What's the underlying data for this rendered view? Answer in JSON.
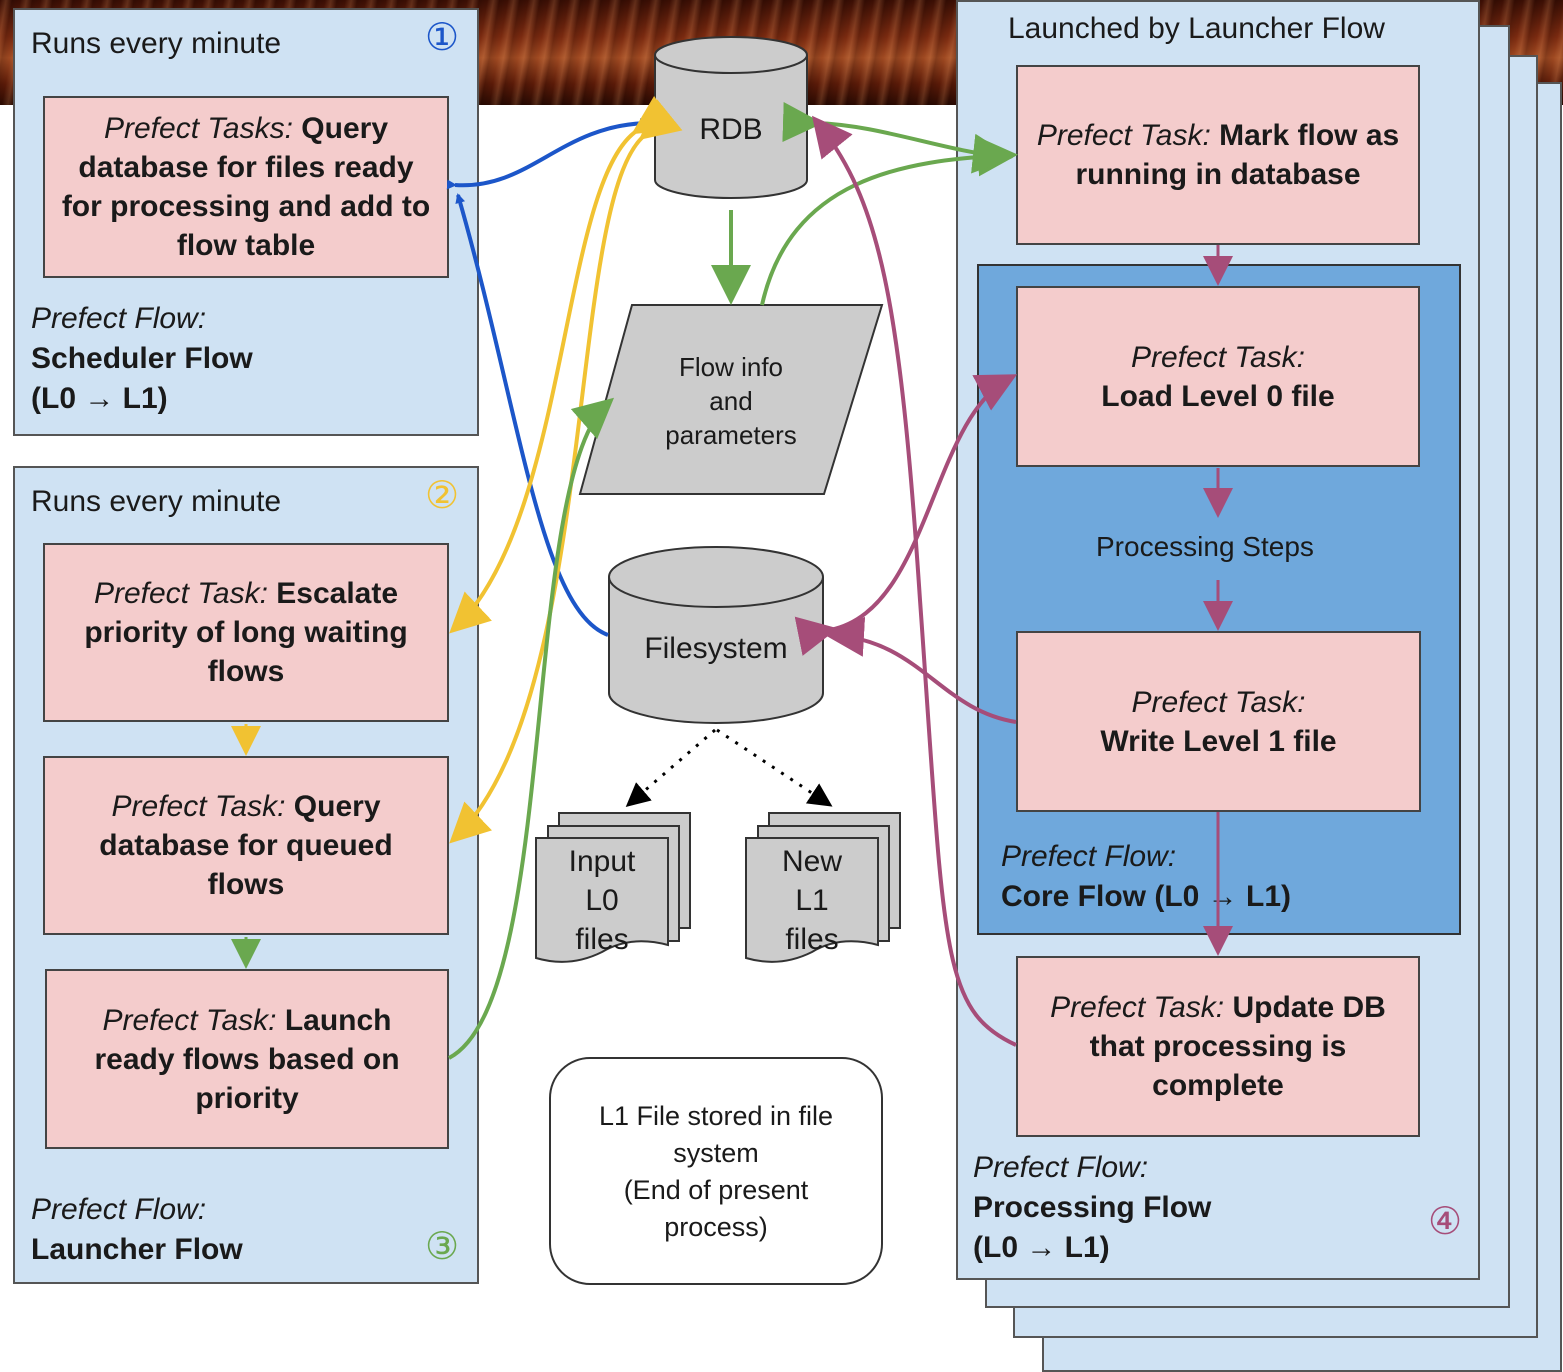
{
  "scheduler": {
    "schedule": "Runs every minute",
    "number": "①",
    "task_prefix": "Prefect Tasks:",
    "task_text": "Query database for files ready for processing and add to flow table",
    "flow_prefix": "Prefect Flow:",
    "flow_name": "Scheduler Flow",
    "flow_levels": "(L0 → L1)"
  },
  "launcher": {
    "schedule": "Runs every minute",
    "number_two": "②",
    "number_three": "③",
    "task1_prefix": "Prefect Task:",
    "task1_text": "Escalate priority of long waiting flows",
    "task2_prefix": "Prefect Task:",
    "task2_text": "Query database for queued flows",
    "task3_prefix": "Prefect Task:",
    "task3_text": "Launch ready flows based on priority",
    "flow_prefix": "Prefect Flow:",
    "flow_name": "Launcher Flow"
  },
  "center": {
    "rdb": "RDB",
    "flow_info": [
      "Flow info",
      "and",
      "parameters"
    ],
    "filesystem": "Filesystem",
    "input_files": [
      "Input",
      "L0",
      "files"
    ],
    "new_files": [
      "New",
      "L1",
      "files"
    ],
    "end_note": [
      "L1 File stored in file",
      "system",
      "(End of present",
      "process)"
    ]
  },
  "processing": {
    "launched_by": "Launched by Launcher Flow",
    "task1_prefix": "Prefect Task:",
    "task1_text": "Mark flow as running in database",
    "core_task1_prefix": "Prefect Task:",
    "core_task1_text": "Load Level 0 file",
    "steps": "Processing Steps",
    "core_task2_prefix": "Prefect Task:",
    "core_task2_text": "Write Level 1 file",
    "core_flow_prefix": "Prefect Flow:",
    "core_flow_name": "Core Flow (L0 → L1)",
    "task2_prefix": "Prefect Task:",
    "task2_text": "Update DB that processing is complete",
    "flow_prefix": "Prefect Flow:",
    "flow_name": "Processing Flow",
    "flow_levels": "(L0 → L1)",
    "number": "④"
  },
  "colors": {
    "blue_arrow": "#1c56c9",
    "yellow_arrow": "#f1c232",
    "green_arrow": "#6aa84f",
    "purple_arrow": "#a64d79",
    "panel_fill": "#cfe2f3",
    "core_fill": "#6fa8dc",
    "task_fill": "#f4cccc",
    "db_fill": "#cccccc"
  }
}
